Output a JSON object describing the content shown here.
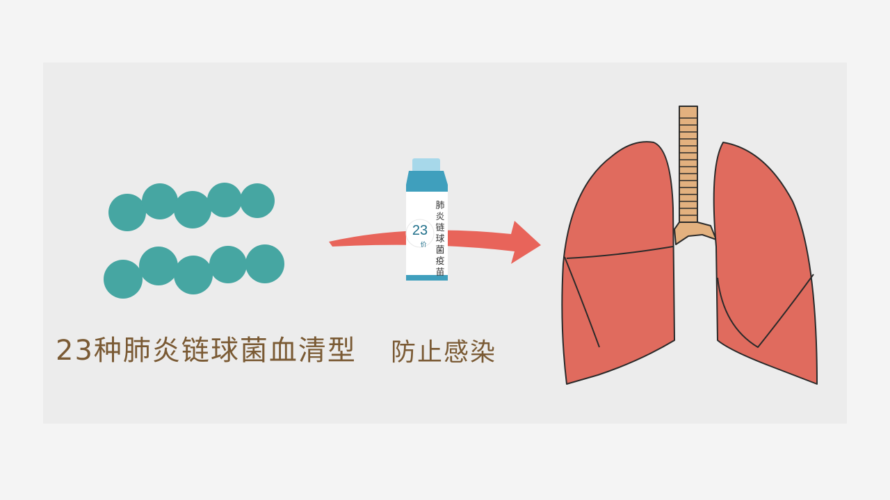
{
  "captions": {
    "serotypes": "23种肺炎链球菌血清型",
    "prevent": "防止感染"
  },
  "vial": {
    "number": "23",
    "unit": "价",
    "label_lines": [
      "肺",
      "炎",
      "链",
      "球",
      "菌",
      "疫",
      "苗"
    ]
  },
  "colors": {
    "bacteria": "#46a6a2",
    "arrow": "#e8645a",
    "lung": "#e06b5e",
    "trachea": "#e3b17f",
    "vial_cap": "#4ab0cc",
    "caption": "#7a5a34"
  }
}
